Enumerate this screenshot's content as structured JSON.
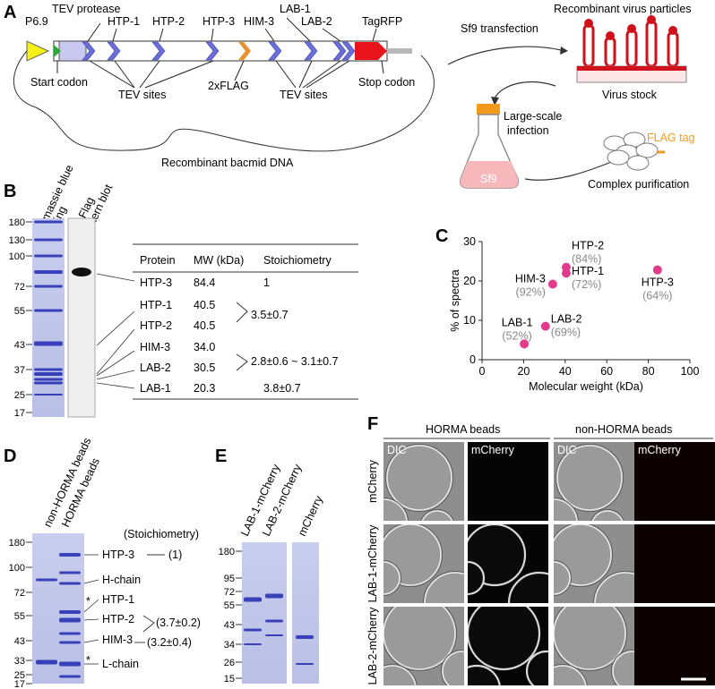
{
  "panels": {
    "a": "A",
    "b": "B",
    "c": "C",
    "d": "D",
    "e": "E",
    "f": "F"
  },
  "panel_a": {
    "top_labels": [
      "P6.9",
      "TEV protease",
      "HTP-1",
      "HTP-2",
      "HTP-3",
      "LAB-1",
      "HIM-3",
      "LAB-2",
      "TagRFP"
    ],
    "bottom_labels": [
      "Start codon",
      "TEV sites",
      "2xFLAG",
      "TEV sites",
      "Stop codon"
    ],
    "bacmid": "Recombinant bacmid DNA",
    "transfection": "Sf9 transfection",
    "virus_particles": "Recombinant virus particles",
    "virus_stock": "Virus stock",
    "large_scale": [
      "Large-scale",
      "infection"
    ],
    "flask_label": "Sf9",
    "flag_tag": "FLAG tag",
    "purification": "Complex purification"
  },
  "panel_b": {
    "lane_labels": [
      "Coomassie blue",
      "staining",
      "Anti-Flag",
      "Western blot"
    ],
    "markers": [
      "180",
      "130",
      "100",
      "72",
      "55",
      "43",
      "37",
      "25",
      "17"
    ],
    "table": {
      "headers": [
        "Protein",
        "MW (kDa)",
        "Stoichiometry"
      ],
      "rows": [
        {
          "protein": "HTP-3",
          "mw": "84.4",
          "stoich": "1"
        },
        {
          "protein": "HTP-1",
          "mw": "40.5",
          "stoich": ""
        },
        {
          "protein": "HTP-2",
          "mw": "40.5",
          "stoich": "3.5±0.7"
        },
        {
          "protein": "HIM-3",
          "mw": "34.0",
          "stoich": ""
        },
        {
          "protein": "LAB-2",
          "mw": "30.5",
          "stoich": "2.8±0.6 ~ 3.1±0.7"
        },
        {
          "protein": "LAB-1",
          "mw": "20.3",
          "stoich": "3.8±0.7"
        }
      ]
    }
  },
  "chart_data": {
    "type": "scatter",
    "xlabel": "Molecular weight (kDa)",
    "ylabel": "% of spectra",
    "xlim": [
      0,
      100
    ],
    "ylim": [
      0,
      30
    ],
    "xticks": [
      "0",
      "20",
      "40",
      "60",
      "80",
      "100"
    ],
    "yticks": [
      "0",
      "10",
      "20",
      "30"
    ],
    "points": [
      {
        "label": "HTP-2",
        "coverage": "(84%)",
        "x": 40.5,
        "y": 23.5
      },
      {
        "label": "HTP-1",
        "coverage": "(72%)",
        "x": 40.5,
        "y": 22.0
      },
      {
        "label": "HIM-3",
        "coverage": "(92%)",
        "x": 34.0,
        "y": 19.2
      },
      {
        "label": "HTP-3",
        "coverage": "(64%)",
        "x": 84.4,
        "y": 22.8
      },
      {
        "label": "LAB-2",
        "coverage": "(69%)",
        "x": 30.5,
        "y": 8.5
      },
      {
        "label": "LAB-1",
        "coverage": "(52%)",
        "x": 20.3,
        "y": 4.0
      }
    ],
    "color": "#e23b8c"
  },
  "panel_d": {
    "lane_labels": [
      "non-HORMA beads",
      "HORMA beads"
    ],
    "markers": [
      "180",
      "100",
      "72",
      "55",
      "43",
      "33",
      "25",
      "17"
    ],
    "stoich_title": "(Stoichiometry)",
    "bands": [
      "HTP-3",
      "H-chain",
      "HTP-1",
      "HTP-2",
      "HIM-3",
      "L-chain"
    ],
    "values": [
      "(1)",
      "(3.7±0.2)",
      "(3.2±0.4)"
    ],
    "asterisk": "*"
  },
  "panel_e": {
    "lane_labels": [
      "LAB-1-mCherry",
      "LAB-2-mCherry",
      "mCherry"
    ],
    "markers": [
      "180",
      "95",
      "72",
      "55",
      "43",
      "34",
      "26",
      "15"
    ]
  },
  "panel_f": {
    "groups": [
      "HORMA beads",
      "non-HORMA beads"
    ],
    "channels": [
      "DIC",
      "mCherry",
      "DIC",
      "mCherry"
    ],
    "rows": [
      "mCherry",
      "LAB-1-mCherry",
      "LAB-2-mCherry"
    ]
  }
}
